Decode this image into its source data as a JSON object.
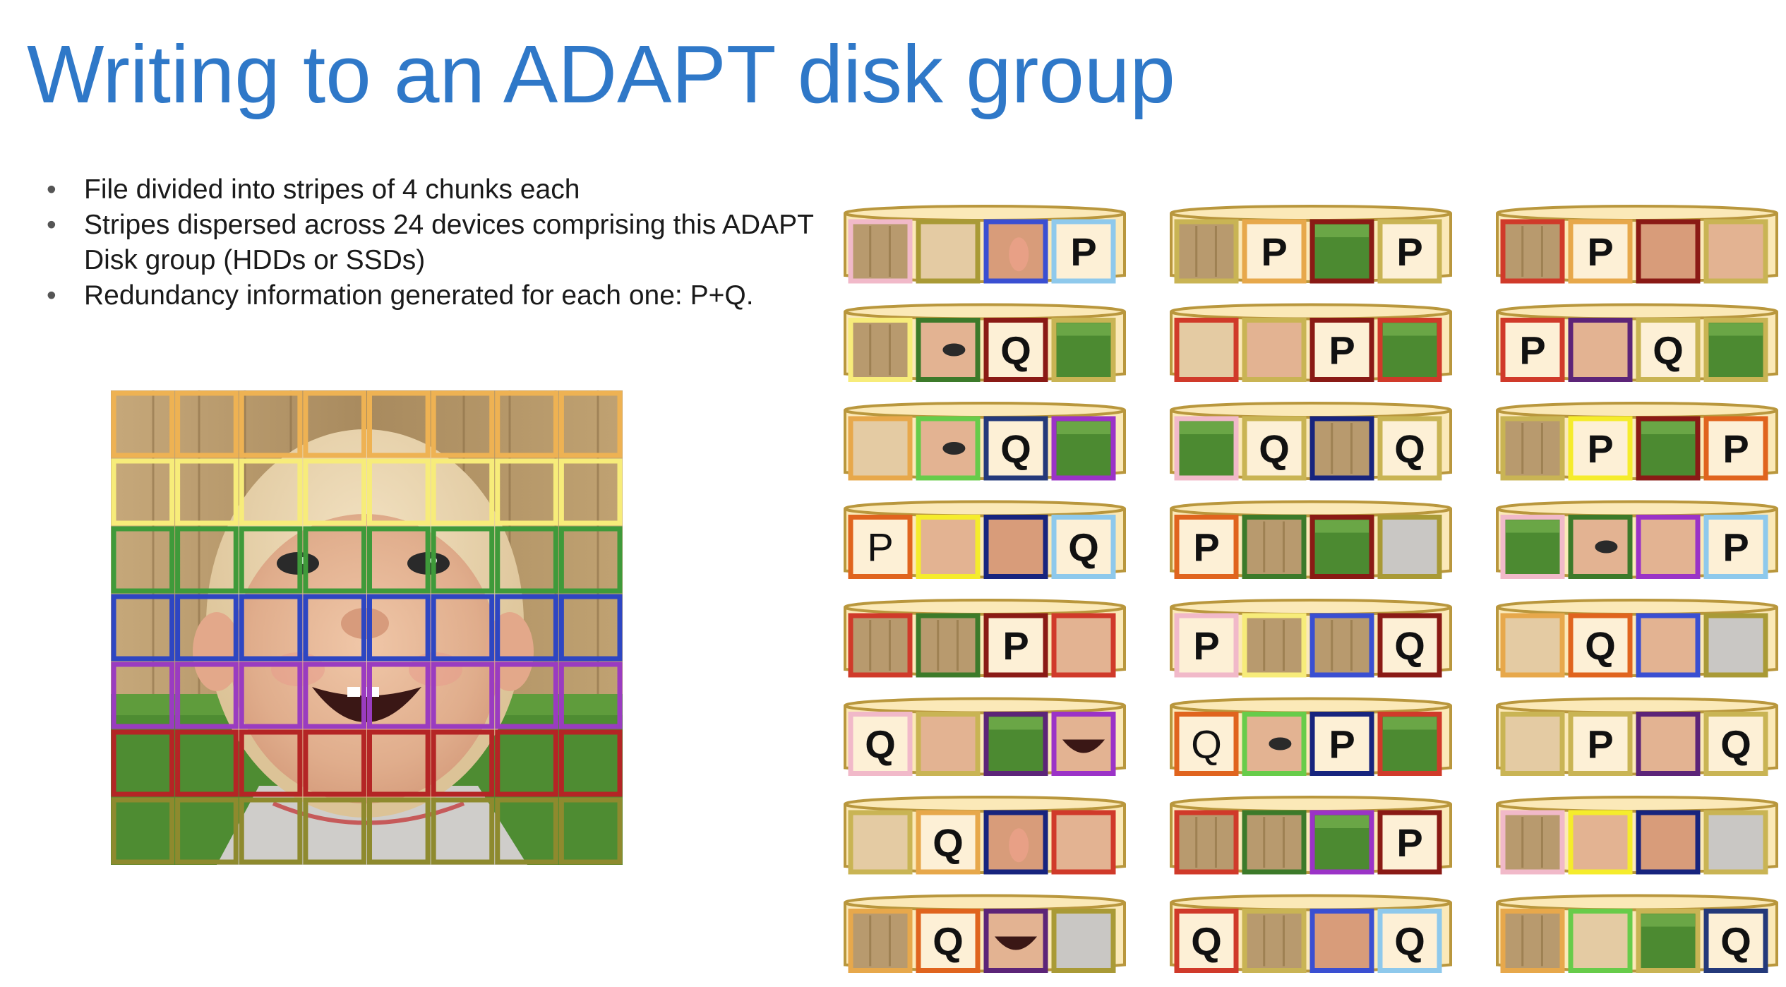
{
  "title": "Writing to an ADAPT disk group",
  "bullets": [
    "File divided into stripes of 4 chunks each",
    "Stripes dispersed across 24 devices comprising this ADAPT Disk group (HDDs or SSDs)",
    "Redundancy information generated for each one: P+Q."
  ],
  "colors": {
    "title": "#2f78c8",
    "stripes": [
      "#eeb253",
      "#f7ec7a",
      "#3f9a3a",
      "#2e46c2",
      "#9a3cc0",
      "#b42525",
      "#8e8a2e"
    ],
    "disk_rim": "#b9973d",
    "disk_fill": "#fbe9b8",
    "label_fill": "#fdf0d6",
    "chunk_colors": {
      "pink": "#f1b9c9",
      "lightyellow": "#f7ec7a",
      "yellow": "#f5ec2c",
      "blue": "#3a4fd2",
      "lightblue": "#8ec9ec",
      "orange": "#e7a84b",
      "darkorange": "#e0641e",
      "red": "#d03a2a",
      "darkred": "#8a1a15",
      "green": "#3c7a2a",
      "lightgreen": "#67cc4a",
      "navy": "#17247e",
      "purple": "#9b33c7",
      "darkpurple": "#5c2478",
      "olive": "#a99a36",
      "khaki": "#c9b454",
      "darkblue": "#24397a"
    },
    "content_colors": {
      "wood": "#b89a6e",
      "wood2": "#9e8153",
      "hair": "#e4cba3",
      "skin": "#e3b392",
      "skin2": "#d89c7a",
      "grass": "#4c8a31",
      "shirt": "#c9c7c4"
    }
  },
  "photo": {
    "grid_rows": 7,
    "grid_cols": 8
  },
  "disk_array": {
    "disks": [
      [
        [
          "pink",
          "wood",
          ""
        ],
        [
          "olive",
          "hair",
          ""
        ],
        [
          "blue",
          "ear",
          ""
        ],
        [
          "lightblue",
          "",
          "P"
        ]
      ],
      [
        [
          "khaki",
          "wood",
          ""
        ],
        [
          "orange",
          "",
          "P"
        ],
        [
          "darkred",
          "grass",
          ""
        ],
        [
          "khaki",
          "",
          "P"
        ]
      ],
      [
        [
          "red",
          "wood",
          ""
        ],
        [
          "orange",
          "",
          "P"
        ],
        [
          "darkred",
          "skin2",
          ""
        ],
        [
          "khaki",
          "skin",
          ""
        ]
      ],
      [
        [
          "lightyellow",
          "wood",
          ""
        ],
        [
          "green",
          "eye",
          ""
        ],
        [
          "darkred",
          "",
          "Q"
        ],
        [
          "khaki",
          "grass",
          ""
        ]
      ],
      [
        [
          "red",
          "hair",
          ""
        ],
        [
          "khaki",
          "skin",
          ""
        ],
        [
          "darkred",
          "",
          "P"
        ],
        [
          "red",
          "grass",
          ""
        ]
      ],
      [
        [
          "red",
          "",
          "P"
        ],
        [
          "darkpurple",
          "skin",
          ""
        ],
        [
          "khaki",
          "",
          "Q"
        ],
        [
          "khaki",
          "grass",
          ""
        ]
      ],
      [
        [
          "orange",
          "hair",
          ""
        ],
        [
          "lightgreen",
          "eye",
          ""
        ],
        [
          "darkblue",
          "",
          "Q"
        ],
        [
          "purple",
          "grass",
          ""
        ]
      ],
      [
        [
          "pink",
          "grass",
          ""
        ],
        [
          "khaki",
          "",
          "Q"
        ],
        [
          "navy",
          "wood",
          ""
        ],
        [
          "khaki",
          "",
          "Q"
        ]
      ],
      [
        [
          "khaki",
          "wood",
          ""
        ],
        [
          "yellow",
          "",
          "P"
        ],
        [
          "darkred",
          "grass",
          ""
        ],
        [
          "darkorange",
          "",
          "P"
        ]
      ],
      [
        [
          "darkorange",
          "",
          "P"
        ],
        [
          "yellow",
          "skin",
          ""
        ],
        [
          "navy",
          "skin2",
          ""
        ],
        [
          "lightblue",
          "",
          "Q"
        ]
      ],
      [
        [
          "darkorange",
          "",
          "P"
        ],
        [
          "green",
          "wood",
          ""
        ],
        [
          "darkred",
          "grass",
          ""
        ],
        [
          "olive",
          "shirt",
          ""
        ]
      ],
      [
        [
          "pink",
          "grass",
          ""
        ],
        [
          "green",
          "eye",
          ""
        ],
        [
          "purple",
          "skin",
          ""
        ],
        [
          "lightblue",
          "",
          "P"
        ]
      ],
      [
        [
          "red",
          "wood",
          ""
        ],
        [
          "green",
          "wood",
          ""
        ],
        [
          "darkred",
          "",
          "P"
        ],
        [
          "red",
          "skin",
          ""
        ]
      ],
      [
        [
          "pink",
          "",
          "P"
        ],
        [
          "lightyellow",
          "wood",
          ""
        ],
        [
          "blue",
          "wood",
          ""
        ],
        [
          "darkred",
          "",
          "Q"
        ]
      ],
      [
        [
          "orange",
          "hair",
          ""
        ],
        [
          "darkorange",
          "",
          "Q"
        ],
        [
          "blue",
          "skin",
          ""
        ],
        [
          "olive",
          "shirt",
          ""
        ]
      ],
      [
        [
          "pink",
          "",
          "Q"
        ],
        [
          "khaki",
          "skin",
          ""
        ],
        [
          "darkpurple",
          "grass",
          ""
        ],
        [
          "purple",
          "mouth",
          ""
        ]
      ],
      [
        [
          "darkorange",
          "",
          "Q"
        ],
        [
          "lightgreen",
          "eye",
          ""
        ],
        [
          "navy",
          "",
          "P"
        ],
        [
          "red",
          "grass",
          ""
        ]
      ],
      [
        [
          "khaki",
          "hair",
          ""
        ],
        [
          "khaki",
          "",
          "P"
        ],
        [
          "darkpurple",
          "skin",
          ""
        ],
        [
          "khaki",
          "",
          "Q"
        ]
      ],
      [
        [
          "khaki",
          "hair",
          ""
        ],
        [
          "orange",
          "",
          "Q"
        ],
        [
          "navy",
          "ear",
          ""
        ],
        [
          "red",
          "skin",
          ""
        ]
      ],
      [
        [
          "red",
          "wood",
          ""
        ],
        [
          "green",
          "wood",
          ""
        ],
        [
          "purple",
          "grass",
          ""
        ],
        [
          "darkred",
          "",
          "P"
        ]
      ],
      [
        [
          "pink",
          "wood",
          ""
        ],
        [
          "yellow",
          "skin",
          ""
        ],
        [
          "navy",
          "skin2",
          ""
        ],
        [
          "khaki",
          "shirt",
          ""
        ]
      ],
      [
        [
          "orange",
          "wood",
          ""
        ],
        [
          "darkorange",
          "",
          "Q"
        ],
        [
          "darkpurple",
          "mouth",
          ""
        ],
        [
          "olive",
          "shirt",
          ""
        ]
      ],
      [
        [
          "red",
          "",
          "Q"
        ],
        [
          "khaki",
          "wood",
          ""
        ],
        [
          "blue",
          "skin2",
          ""
        ],
        [
          "lightblue",
          "",
          "Q"
        ]
      ],
      [
        [
          "orange",
          "wood",
          ""
        ],
        [
          "lightgreen",
          "hair",
          ""
        ],
        [
          "khaki",
          "grass",
          ""
        ],
        [
          "darkblue",
          "",
          "Q"
        ]
      ]
    ],
    "plain_labels": [
      [
        9,
        0
      ],
      [
        16,
        0
      ]
    ]
  }
}
